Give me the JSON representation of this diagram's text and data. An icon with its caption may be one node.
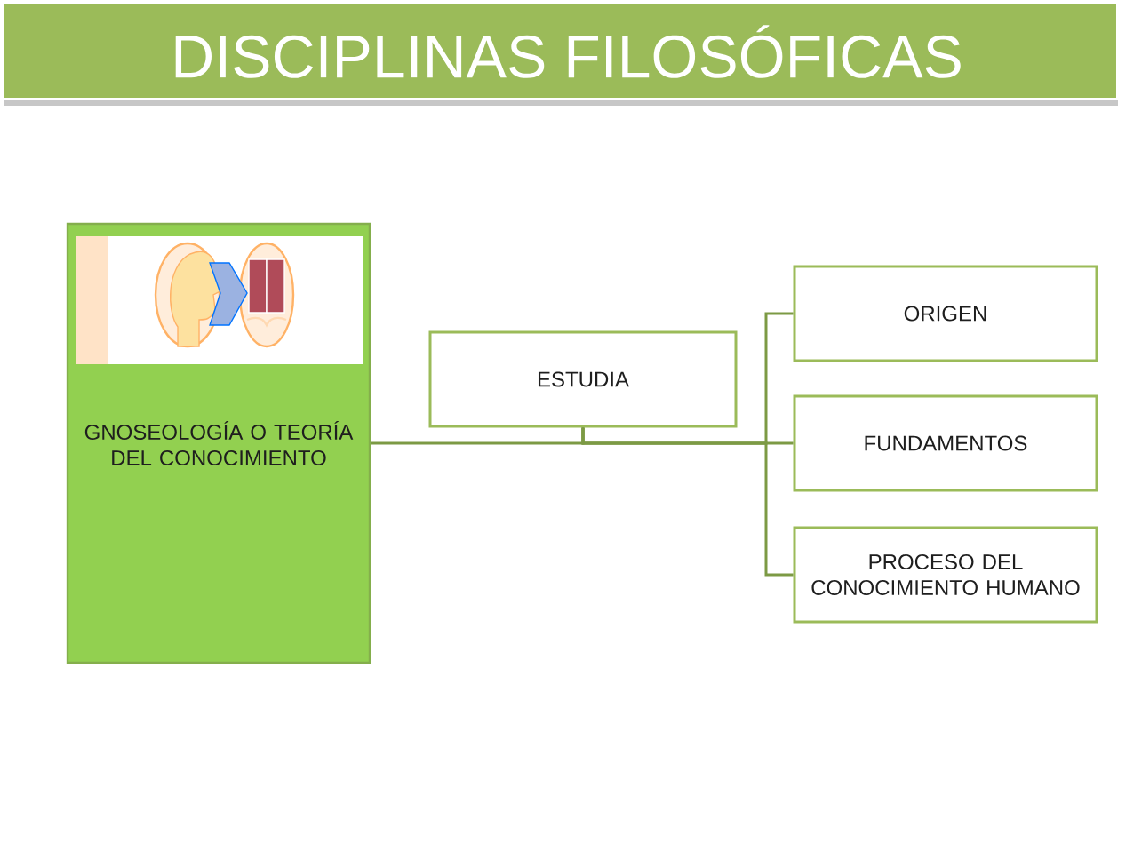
{
  "diagram": {
    "title": "DISCIPLINAS FILOSÓFICAS",
    "nodes": [
      {
        "text": [
          "GNOSEOLOGÍA O TEORÍA DEL CONOCIMIENTO"
        ]
      },
      {
        "text": [
          "ESTUDIA"
        ]
      },
      {
        "text": [
          "ORIGEN"
        ]
      },
      {
        "text": [
          "FUNDAMENTOS"
        ]
      },
      {
        "text": [
          "PROCESO DEL CONOCIMIENTO HUMANO"
        ]
      }
    ],
    "edges": [
      {
        "from": 0,
        "to": 1,
        "arrow": "none"
      },
      {
        "from": 1,
        "to": 2,
        "arrow": "none"
      },
      {
        "from": 1,
        "to": 3,
        "arrow": "none"
      },
      {
        "from": 1,
        "to": 4,
        "arrow": "none"
      }
    ]
  }
}
